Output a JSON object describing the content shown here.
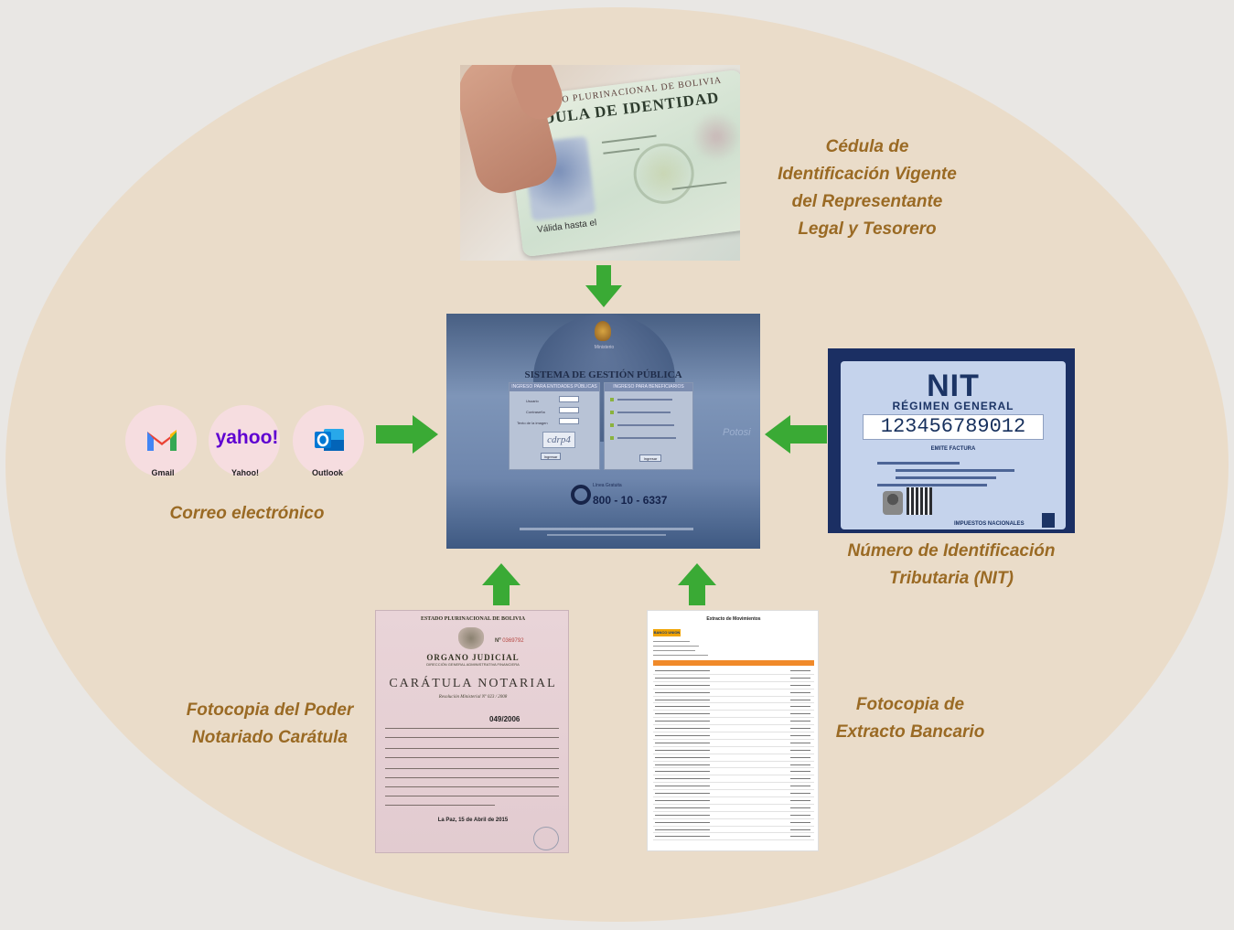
{
  "captions": {
    "cedula": [
      "Cédula de",
      "Identificación Vigente",
      "del Representante",
      "Legal y Tesorero"
    ],
    "correo": [
      "Correo electrónico"
    ],
    "nit": [
      "Número de Identificación",
      "Tributaria (NIT)"
    ],
    "poder": [
      "Fotocopia del Poder",
      "Notariado Carátula"
    ],
    "extracto": [
      "Fotocopia de",
      "Extracto Bancario"
    ]
  },
  "email_providers": [
    {
      "name": "Gmail",
      "icon": "gmail-icon"
    },
    {
      "name": "Yahoo!",
      "icon": "yahoo-icon",
      "logo_text": "yahoo!"
    },
    {
      "name": "Outlook",
      "icon": "outlook-icon"
    }
  ],
  "id_card": {
    "header_small": "ESTADO PLURINACIONAL DE BOLIVIA",
    "header": "CEDULA DE IDENTIDAD",
    "field_text": "Válida hasta el"
  },
  "sigep_screen": {
    "title": "SISTEMA DE GESTIÓN PÚBLICA",
    "panel_left_header": "INGRESO PARA ENTIDADES PÚBLICAS",
    "panel_right_header": "INGRESO PARA BENEFICIARIOS",
    "captcha": "cdrp4",
    "login_button": "Ingresar",
    "right_button": "Ingresar",
    "city": "Potosi",
    "phone": "800 - 10 - 6337"
  },
  "nit_card": {
    "title": "NIT",
    "subtitle": "RÉGIMEN GENERAL",
    "number": "123456789012",
    "emite": "EMITE FACTURA",
    "issuer": "IMPUESTOS NACIONALES"
  },
  "notarial_doc": {
    "state": "ESTADO PLURINACIONAL DE BOLIVIA",
    "number_prefix": "Nº",
    "number": "0369792",
    "organ": "ORGANO JUDICIAL",
    "direction": "DIRECCIÓN GENERAL ADMINISTRATIVA FINANCIERA",
    "caratula": "CARÁTULA NOTARIAL",
    "resolution": "Resolución Ministerial Nº 023 / 2008",
    "testimonio": "049/2006",
    "date": "La Paz, 15 de Abril de 2015"
  },
  "bank_statement": {
    "title": "Extracto de Movimientos",
    "bank_logo": "BANCO UNION",
    "row_count": 24
  },
  "colors": {
    "ellipse": "#eadcc9",
    "caption": "#9a6a24",
    "arrow": "#3aaa35"
  }
}
